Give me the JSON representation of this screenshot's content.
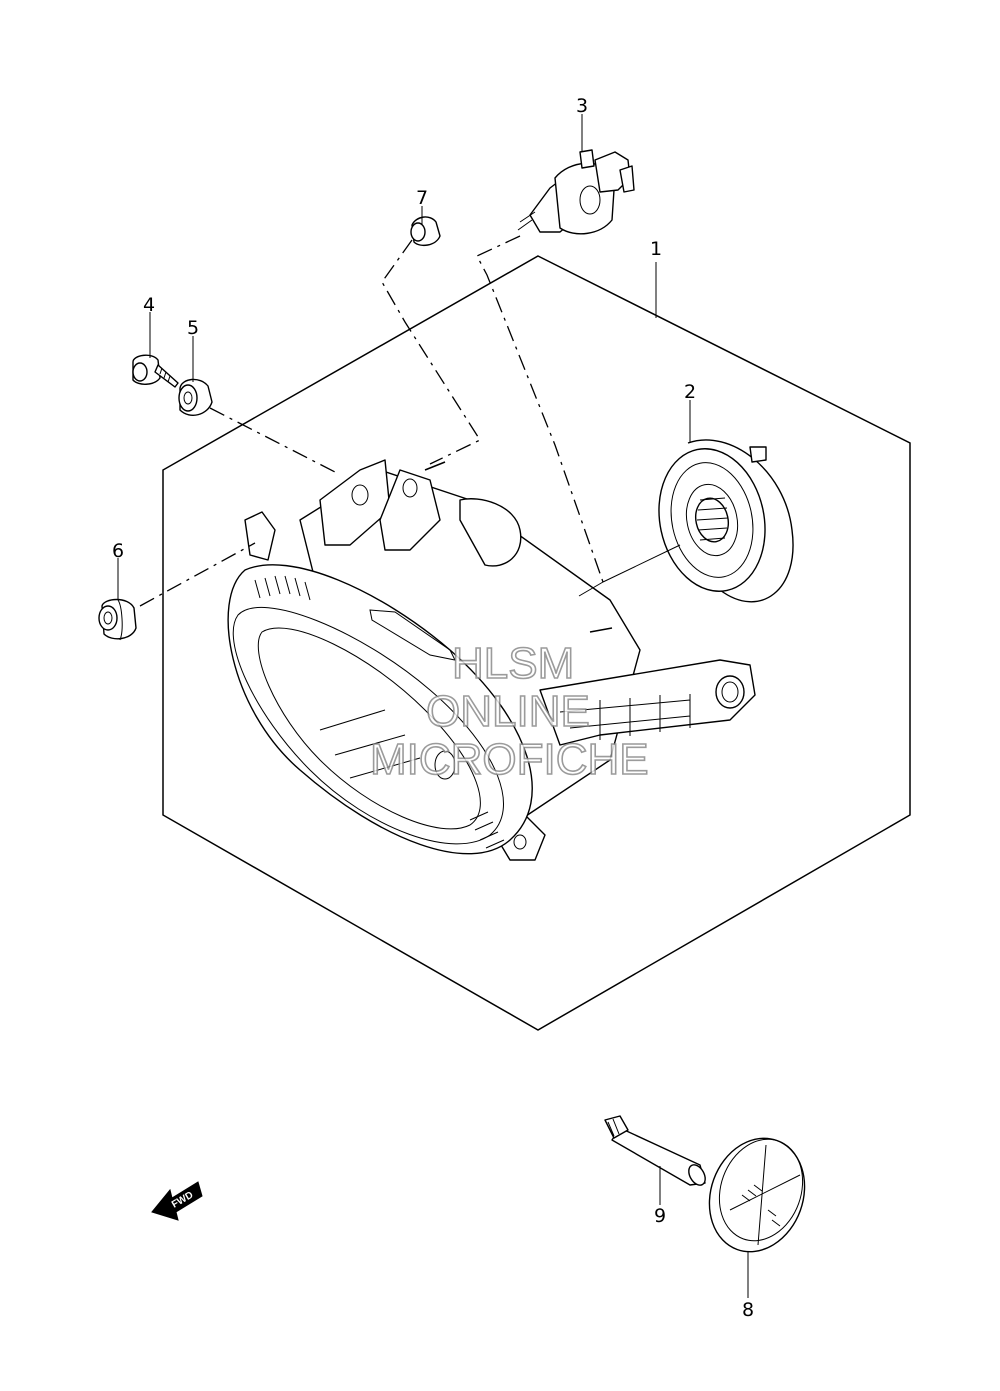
{
  "callouts": {
    "c1": "1",
    "c2": "2",
    "c3": "3",
    "c4": "4",
    "c5": "5",
    "c6": "6",
    "c7": "7",
    "c8": "8",
    "c9": "9"
  },
  "direction_marker": "FWD",
  "watermark": {
    "line1": "HLSM",
    "line2": "ONLINE",
    "line3": "MICROFICHE"
  }
}
